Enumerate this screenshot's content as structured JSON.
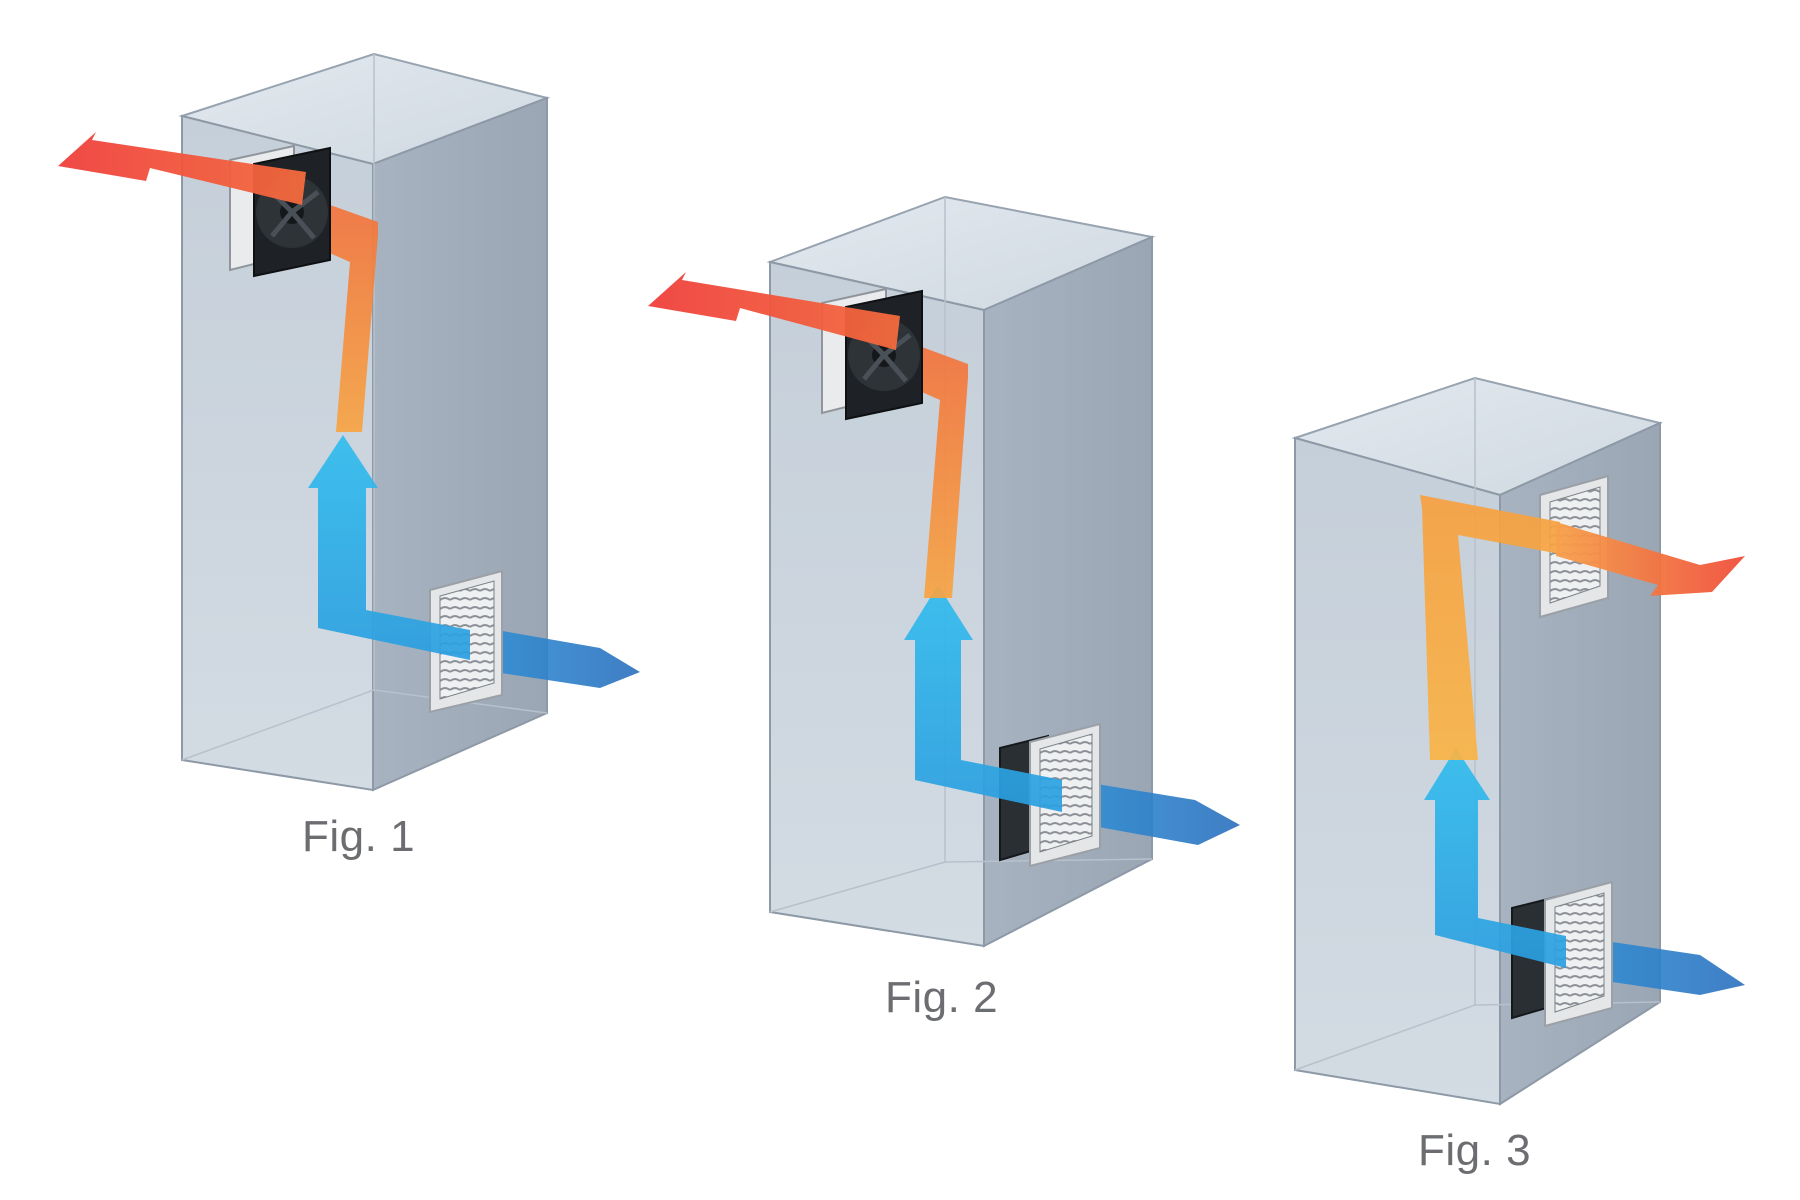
{
  "figures": [
    {
      "label": "Fig. 1",
      "configuration": "exhaust-fan-top-and-intake-filter-bottom-same-side"
    },
    {
      "label": "Fig. 2",
      "configuration": "exhaust-fan-top-and-intake-fan-bottom-same-side"
    },
    {
      "label": "Fig. 3",
      "configuration": "intake-fan-bottom-and-exhaust-filter-top-same-side"
    }
  ],
  "colors": {
    "background": "#ffffff",
    "cabinet_front": "#c9d2dc",
    "cabinet_side": "#aab5c2",
    "cabinet_top": "#dde4ec",
    "cabinet_edge": "#8d99a6",
    "hot_air": "#ef4a3c",
    "warm_air": "#f7a441",
    "cool_air": "#2db1e7",
    "intake_air": "#2a77c4",
    "label_text": "#6b6d70"
  },
  "icons": [
    "exhaust-fan-icon",
    "filter-grille-icon",
    "airflow-arrow-icon"
  ]
}
